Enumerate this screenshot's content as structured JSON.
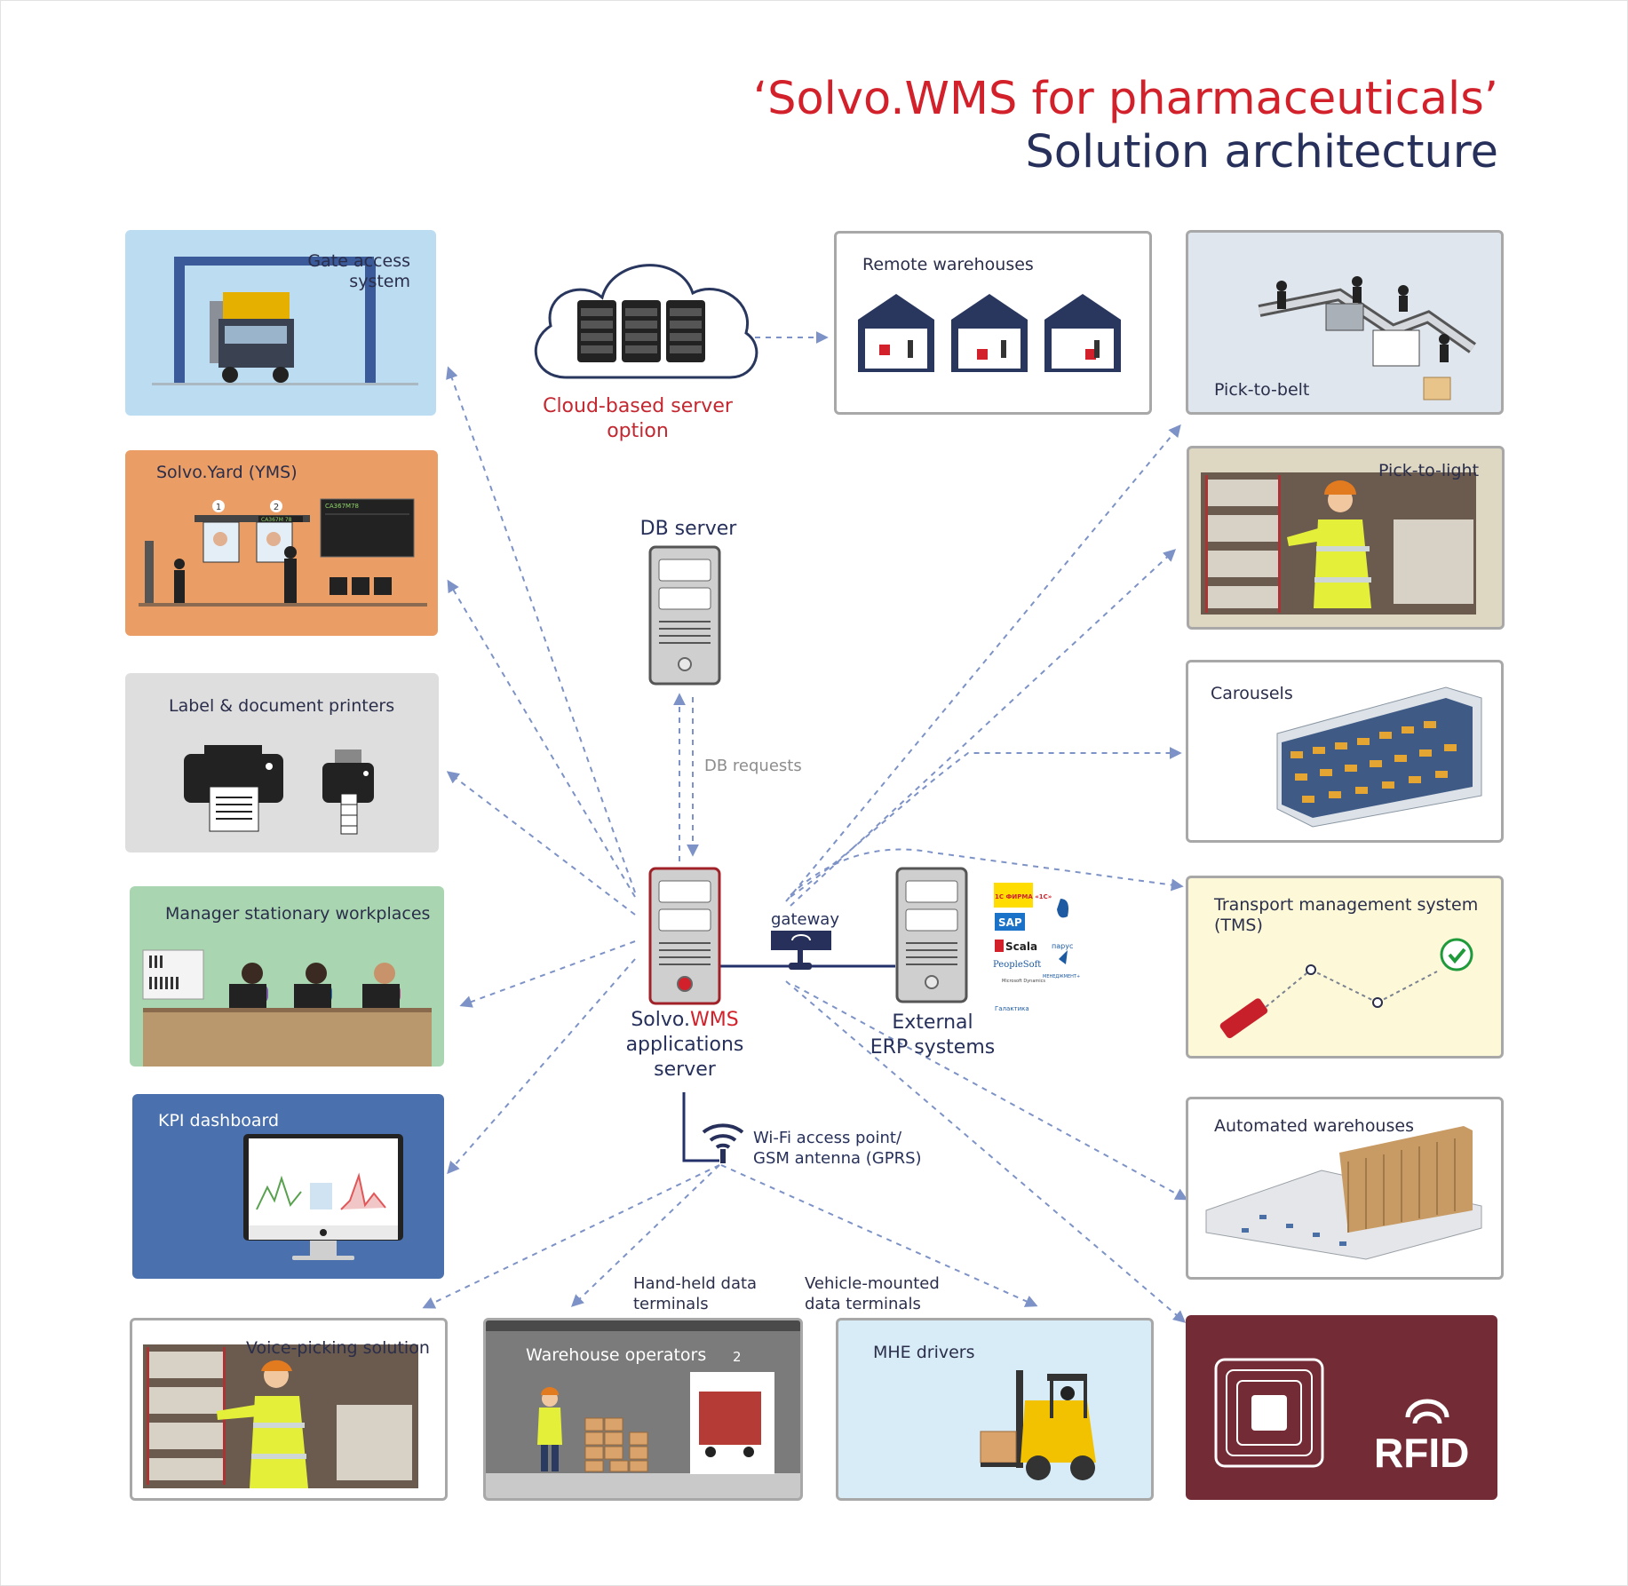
{
  "title": {
    "line1": "‘Solvo.WMS for pharmaceuticals’",
    "line2": "Solution architecture"
  },
  "cloud": {
    "label_line1": "Cloud-based server",
    "label_line2": "option"
  },
  "db_server": {
    "label": "DB server",
    "requests": "DB requests"
  },
  "app_server": {
    "brand": "Solvo.",
    "brand_accent": "WMS",
    "line2": "applications",
    "line3": "server"
  },
  "gateway": {
    "label": "gateway"
  },
  "erp": {
    "line1": "External",
    "line2": "ERP systems",
    "logos": [
      "1С ФИРМА «1С»",
      "SAP",
      "Scala",
      "PeopleSoft",
      "Microsoft Dynamics",
      "Галактика",
      "парус",
      "МЕНЕДЖМЕНТ+"
    ]
  },
  "wifi": {
    "line1": "Wi-Fi access point/",
    "line2": "GSM antenna (GPRS)"
  },
  "terminals": {
    "handheld_line1": "Hand-held data",
    "handheld_line2": "terminals",
    "vehicle_line1": "Vehicle-mounted",
    "vehicle_line2": "data terminals"
  },
  "left_boxes": {
    "gate": {
      "line1": "Gate access",
      "line2": "system",
      "bg": "#bcdcf2"
    },
    "yard": {
      "label": "Solvo.Yard (YMS)",
      "bg": "#eb9d66",
      "window1": "1",
      "window2": "2",
      "plate1": "CA367M78",
      "plate2": "CA367M 78"
    },
    "printers": {
      "label": "Label & document printers",
      "bg": "#dedede"
    },
    "manager": {
      "label": "Manager stationary workplaces",
      "bg": "#a9d6b0"
    },
    "kpi": {
      "label": "KPI dashboard",
      "bg": "#4a70ad"
    }
  },
  "right_boxes": {
    "remote": {
      "label": "Remote warehouses"
    },
    "belt": {
      "label": "Pick-to-belt",
      "bg": "#e0e6ee"
    },
    "light": {
      "label": "Pick-to-light",
      "bg": "#ded7c2"
    },
    "carousels": {
      "label": "Carousels"
    },
    "tms": {
      "line1": "Transport management system",
      "line2": "(TMS)",
      "bg": "#fcf8d8"
    },
    "automated": {
      "label": "Automated warehouses"
    },
    "rfid": {
      "label": "RFID",
      "bg": "#732b35"
    }
  },
  "bottom_boxes": {
    "voice": {
      "label": "Voice-picking solution"
    },
    "operators": {
      "label": "Warehouse operators",
      "gate_number": "2"
    },
    "mhe": {
      "label": "MHE drivers",
      "bg": "#d8ecf7"
    }
  },
  "colors": {
    "accent_red": "#d3212b",
    "navy": "#26305a",
    "connector": "#7d92c6"
  }
}
